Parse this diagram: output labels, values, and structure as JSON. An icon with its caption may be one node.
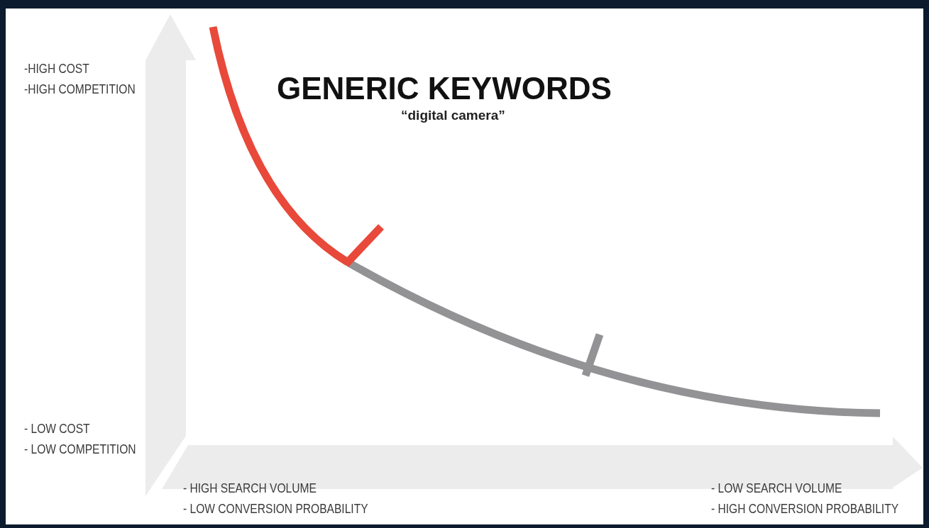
{
  "diagram": {
    "title": "GENERIC KEYWORDS",
    "labels": [
      "“digital camera”",
      "-HIGH COST",
      "-HIGH COMPETITION",
      "- LOW COST",
      "- LOW COMPETITION",
      "- HIGH SEARCH VOLUME",
      "- LOW CONVERSION PROBABILITY",
      "- LOW SEARCH VOLUME",
      "- HIGH CONVERSION PROBABILITY"
    ]
  }
}
